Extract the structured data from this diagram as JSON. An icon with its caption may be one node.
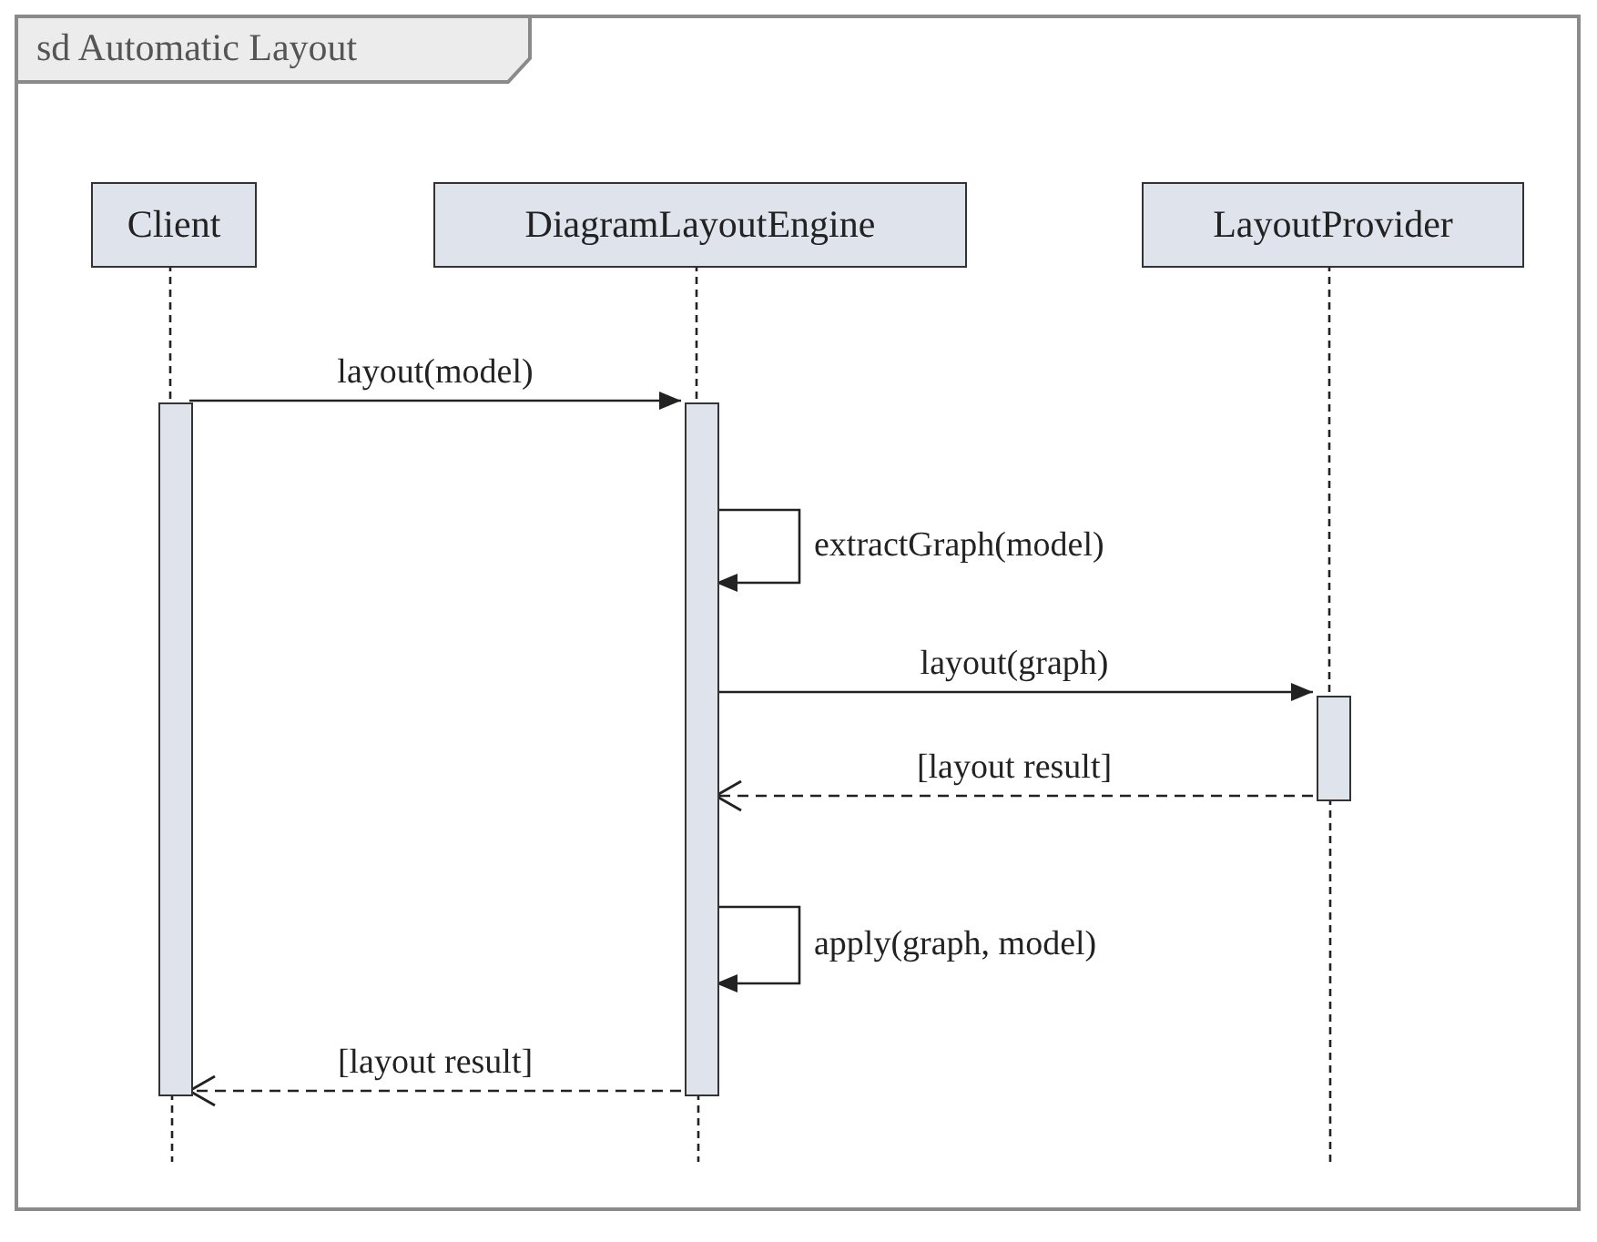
{
  "diagram": {
    "nodes": [
      {
        "text": [
          "sd Automatic Layout"
        ]
      },
      {
        "text": [
          "Client"
        ],
        "in": 0
      },
      {
        "text": [
          "DiagramLayoutEngine"
        ],
        "in": 0
      },
      {
        "text": [
          "LayoutProvider"
        ],
        "in": 0
      },
      {
        "text": [],
        "shape": "bar",
        "in": 0
      },
      {
        "text": [],
        "shape": "bar",
        "in": 0
      },
      {
        "text": [],
        "shape": "bar",
        "in": 0
      }
    ],
    "edges": [
      {
        "from": 1,
        "to": 4,
        "arrow": "none",
        "style": "dashed"
      },
      {
        "from": 2,
        "to": 5,
        "arrow": "none",
        "style": "dashed"
      },
      {
        "from": 3,
        "to": 6,
        "arrow": "none",
        "style": "dashed"
      },
      {
        "from": 4,
        "to": null,
        "arrow": "none",
        "style": "dashed"
      },
      {
        "from": 5,
        "to": null,
        "arrow": "none",
        "style": "dashed"
      },
      {
        "from": 6,
        "to": null,
        "arrow": "none",
        "style": "dashed"
      },
      {
        "from": 4,
        "to": 5,
        "arrow": "to",
        "label": "layout(model)"
      },
      {
        "from": 5,
        "to": 5,
        "arrow": "to",
        "label": "extractGraph(model)"
      },
      {
        "from": 5,
        "to": 6,
        "arrow": "to",
        "label": "layout(graph)"
      },
      {
        "from": 6,
        "to": 5,
        "arrow": "to",
        "label": "[layout result]",
        "style": "dashed"
      },
      {
        "from": 5,
        "to": 5,
        "arrow": "to",
        "label": "apply(graph, model)"
      },
      {
        "from": 5,
        "to": 4,
        "arrow": "to",
        "label": "[layout result]",
        "style": "dashed"
      }
    ]
  }
}
